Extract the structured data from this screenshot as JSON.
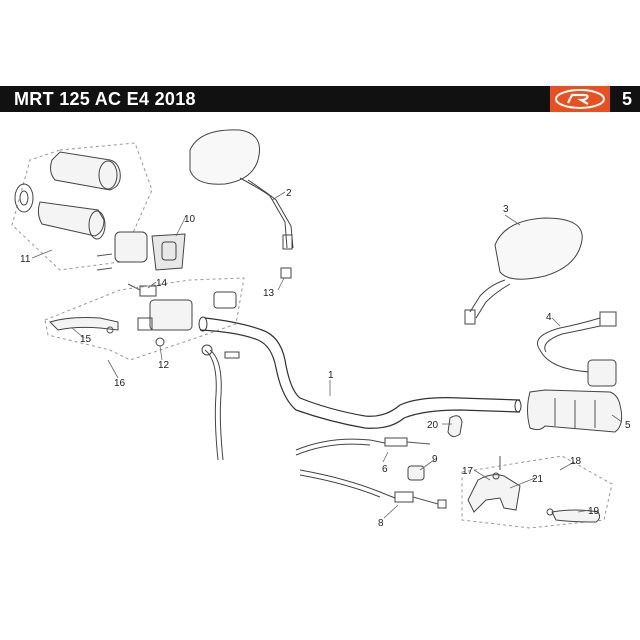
{
  "header": {
    "title": "MRT 125 AC E4 2018",
    "page_number": "5",
    "logo": "rieju-logo",
    "brand_color": "#e8501f",
    "bar_color": "#111111"
  },
  "parts": [
    {
      "id": "p1",
      "label": "1"
    },
    {
      "id": "p2",
      "label": "2"
    },
    {
      "id": "p3",
      "label": "3"
    },
    {
      "id": "p4",
      "label": "4"
    },
    {
      "id": "p5",
      "label": "5"
    },
    {
      "id": "p6",
      "label": "6"
    },
    {
      "id": "p8",
      "label": "8"
    },
    {
      "id": "p9",
      "label": "9"
    },
    {
      "id": "p10",
      "label": "10"
    },
    {
      "id": "p11",
      "label": "11"
    },
    {
      "id": "p12",
      "label": "12"
    },
    {
      "id": "p13",
      "label": "13"
    },
    {
      "id": "p14",
      "label": "14"
    },
    {
      "id": "p15",
      "label": "15"
    },
    {
      "id": "p16",
      "label": "16"
    },
    {
      "id": "p17",
      "label": "17"
    },
    {
      "id": "p18",
      "label": "18"
    },
    {
      "id": "p19",
      "label": "19"
    },
    {
      "id": "p20",
      "label": "20"
    },
    {
      "id": "p21",
      "label": "21"
    }
  ]
}
